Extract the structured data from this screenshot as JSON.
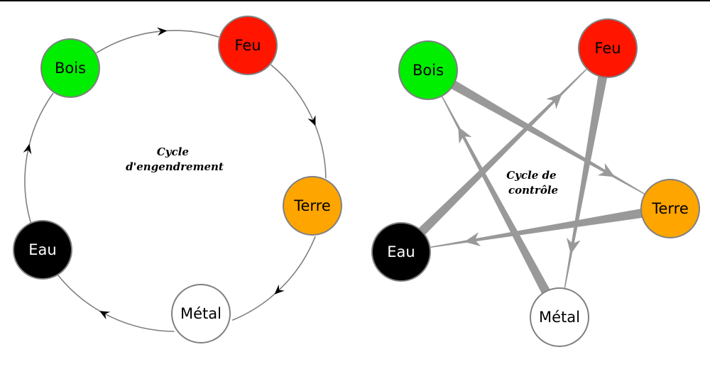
{
  "diagrams": [
    {
      "id": "generation",
      "title_lines": [
        "Cycle",
        "d'engendrement"
      ],
      "edge_style": "curved-arc-black-arrowheads",
      "edge_color": "#808080",
      "arrow_color": "#000000",
      "edges": [
        {
          "from": "Bois",
          "to": "Feu"
        },
        {
          "from": "Feu",
          "to": "Terre"
        },
        {
          "from": "Terre",
          "to": "Métal"
        },
        {
          "from": "Métal",
          "to": "Eau"
        },
        {
          "from": "Eau",
          "to": "Bois"
        }
      ]
    },
    {
      "id": "control",
      "title_lines": [
        "Cycle de",
        "contrôle"
      ],
      "edge_style": "tapered-straight-grey-arrowheads",
      "edge_color": "#999999",
      "edges": [
        {
          "from": "Bois",
          "to": "Terre"
        },
        {
          "from": "Feu",
          "to": "Métal"
        },
        {
          "from": "Terre",
          "to": "Eau"
        },
        {
          "from": "Eau",
          "to": "Feu"
        },
        {
          "from": "Métal",
          "to": "Bois"
        }
      ]
    }
  ],
  "elements": [
    {
      "name": "Bois",
      "fill": "#00ee00",
      "text_color": "#000000"
    },
    {
      "name": "Feu",
      "fill": "#ff1500",
      "text_color": "#000000"
    },
    {
      "name": "Terre",
      "fill": "#ffa500",
      "text_color": "#000000"
    },
    {
      "name": "Métal",
      "fill": "#ffffff",
      "text_color": "#000000"
    },
    {
      "name": "Eau",
      "fill": "#000000",
      "text_color": "#ffffff"
    }
  ],
  "node_stroke": "#808080"
}
